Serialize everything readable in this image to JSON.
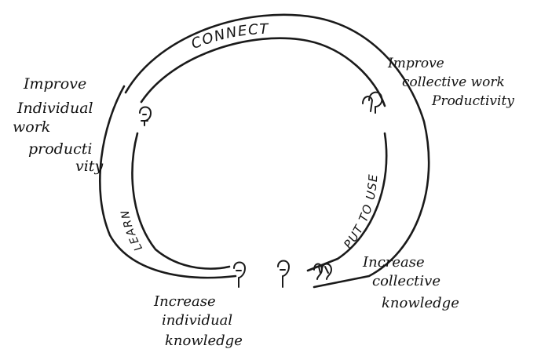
{
  "arc_labels": {
    "connect": "CONNECT",
    "learn": "LEARN",
    "put_to_use": "PUT TO USE"
  },
  "notes": {
    "improve_individual": [
      "Improve",
      "Individual",
      "work",
      "producti",
      "vity"
    ],
    "improve_collective": [
      "Improve",
      "collective work",
      "Productivity"
    ],
    "increase_collective": [
      "Increase",
      "collective",
      "knowledge"
    ],
    "increase_individual": [
      "Increase",
      "individual",
      "knowledge"
    ]
  },
  "figure_icons": [
    "head-icon",
    "head-icon",
    "head-icon",
    "head-icon",
    "group-of-heads-icon"
  ]
}
